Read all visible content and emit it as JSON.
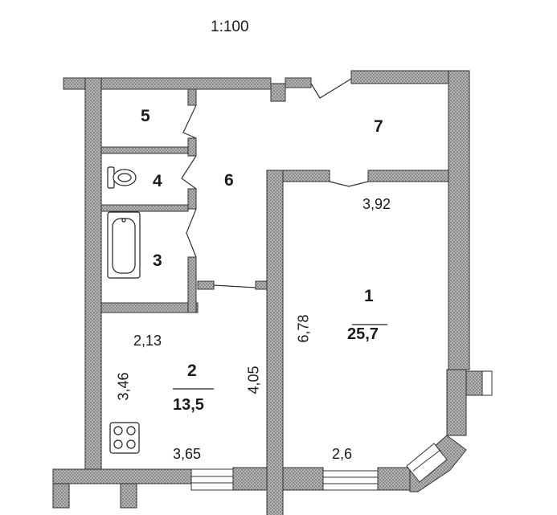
{
  "scale": "1:100",
  "rooms": {
    "r1": {
      "number": "1",
      "area": "25,7"
    },
    "r2": {
      "number": "2",
      "area": "13,5"
    },
    "r3": {
      "number": "3"
    },
    "r4": {
      "number": "4"
    },
    "r5": {
      "number": "5"
    },
    "r6": {
      "number": "6"
    },
    "r7": {
      "number": "7"
    }
  },
  "dimensions": {
    "d_392": "3,92",
    "d_678": "6,78",
    "d_213": "2,13",
    "d_346": "3,46",
    "d_405": "4,05",
    "d_365": "3,65",
    "d_26": "2,6"
  },
  "colors": {
    "wall_fill": "#9a9a9a",
    "wall_stroke": "#333333",
    "line": "#222222"
  },
  "icons": [
    "toilet-icon",
    "bathtub-icon",
    "stove-icon"
  ]
}
